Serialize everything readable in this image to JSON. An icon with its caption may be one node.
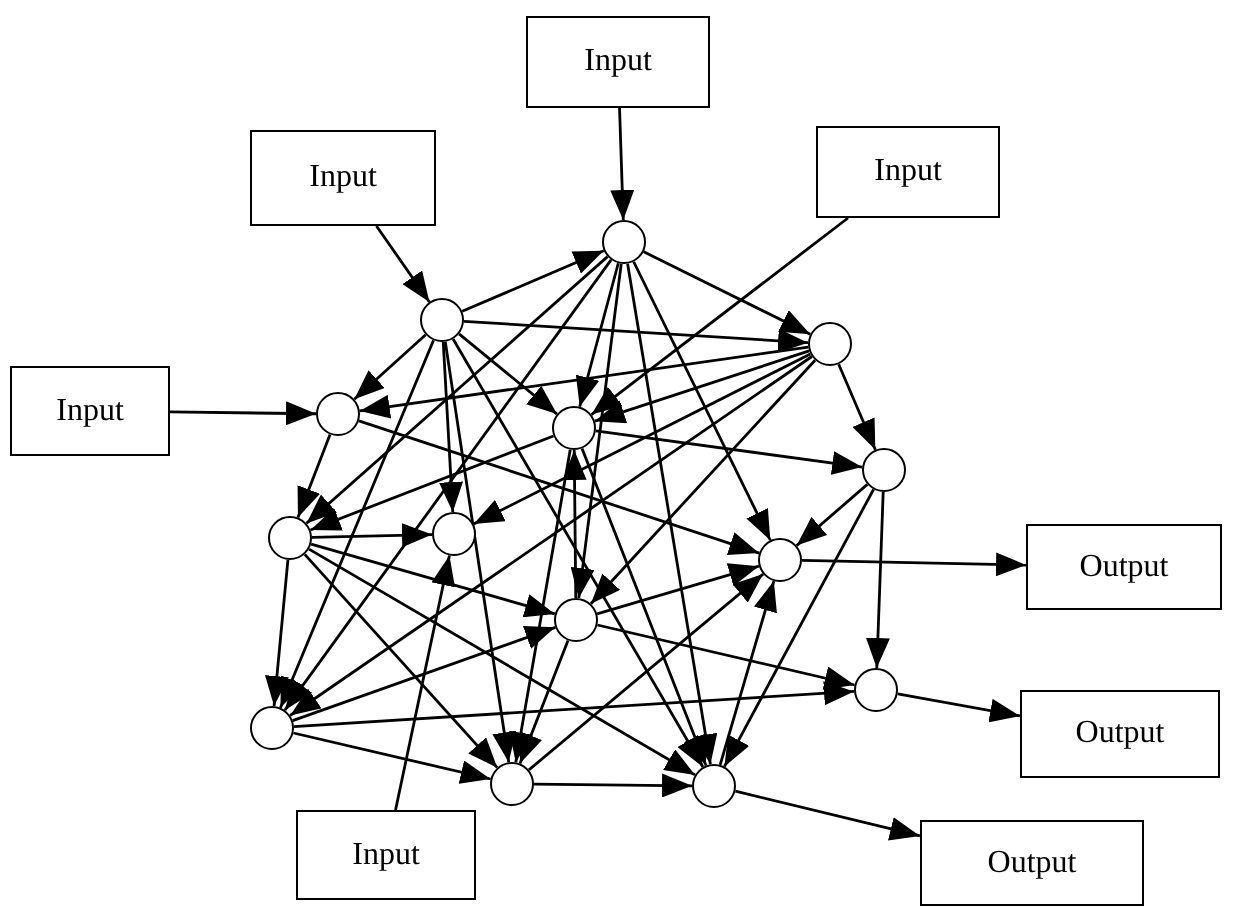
{
  "diagram": {
    "nodes": [
      {
        "text": [
          "Input"
        ]
      },
      {
        "text": [
          "Input"
        ]
      },
      {
        "text": [
          "Input"
        ]
      },
      {
        "text": [
          "Input"
        ]
      },
      {
        "text": [
          "Input"
        ]
      },
      {
        "text": [
          "Output"
        ]
      },
      {
        "text": [
          "Output"
        ]
      },
      {
        "text": [
          "Output"
        ]
      },
      {
        "text": [],
        "shape": "circle"
      },
      {
        "text": [],
        "shape": "circle"
      },
      {
        "text": [],
        "shape": "circle"
      },
      {
        "text": [],
        "shape": "circle"
      },
      {
        "text": [],
        "shape": "circle"
      },
      {
        "text": [],
        "shape": "circle"
      },
      {
        "text": [],
        "shape": "circle"
      },
      {
        "text": [],
        "shape": "circle"
      },
      {
        "text": [],
        "shape": "circle"
      },
      {
        "text": [],
        "shape": "circle"
      },
      {
        "text": [],
        "shape": "circle"
      },
      {
        "text": [],
        "shape": "circle"
      },
      {
        "text": [],
        "shape": "circle"
      },
      {
        "text": [],
        "shape": "circle"
      }
    ],
    "edges": [
      {
        "from": 0,
        "to": 8,
        "arrow": "to"
      },
      {
        "from": 1,
        "to": 9,
        "arrow": "to"
      },
      {
        "from": 2,
        "to": 12,
        "arrow": "to"
      },
      {
        "from": 3,
        "to": 10,
        "arrow": "to"
      },
      {
        "from": 4,
        "to": 15,
        "arrow": "to"
      },
      {
        "from": 16,
        "to": 5,
        "arrow": "to"
      },
      {
        "from": 18,
        "to": 6,
        "arrow": "to"
      },
      {
        "from": 21,
        "to": 7,
        "arrow": "to"
      },
      {
        "from": 9,
        "to": 8,
        "arrow": "to"
      },
      {
        "from": 8,
        "to": 11,
        "arrow": "to"
      },
      {
        "from": 8,
        "to": 12,
        "arrow": "to"
      },
      {
        "from": 8,
        "to": 17,
        "arrow": "to"
      },
      {
        "from": 8,
        "to": 21,
        "arrow": "to"
      },
      {
        "from": 8,
        "to": 16,
        "arrow": "to"
      },
      {
        "from": 8,
        "to": 14,
        "arrow": "to"
      },
      {
        "from": 8,
        "to": 19,
        "arrow": "to"
      },
      {
        "from": 9,
        "to": 10,
        "arrow": "to"
      },
      {
        "from": 9,
        "to": 12,
        "arrow": "to"
      },
      {
        "from": 9,
        "to": 11,
        "arrow": "to"
      },
      {
        "from": 9,
        "to": 15,
        "arrow": "to"
      },
      {
        "from": 9,
        "to": 19,
        "arrow": "to"
      },
      {
        "from": 9,
        "to": 20,
        "arrow": "to"
      },
      {
        "from": 9,
        "to": 21,
        "arrow": "to"
      },
      {
        "from": 10,
        "to": 14,
        "arrow": "to"
      },
      {
        "from": 10,
        "to": 16,
        "arrow": "to"
      },
      {
        "from": 11,
        "to": 13,
        "arrow": "to"
      },
      {
        "from": 11,
        "to": 12,
        "arrow": "to"
      },
      {
        "from": 11,
        "to": 10,
        "arrow": "to"
      },
      {
        "from": 11,
        "to": 19,
        "arrow": "to"
      },
      {
        "from": 11,
        "to": 17,
        "arrow": "to"
      },
      {
        "from": 11,
        "to": 15,
        "arrow": "to"
      },
      {
        "from": 12,
        "to": 13,
        "arrow": "to"
      },
      {
        "from": 12,
        "to": 14,
        "arrow": "to"
      },
      {
        "from": 12,
        "to": 20,
        "arrow": "to"
      },
      {
        "from": 12,
        "to": 21,
        "arrow": "to"
      },
      {
        "from": 13,
        "to": 16,
        "arrow": "to"
      },
      {
        "from": 13,
        "to": 18,
        "arrow": "to"
      },
      {
        "from": 13,
        "to": 21,
        "arrow": "to"
      },
      {
        "from": 14,
        "to": 19,
        "arrow": "to"
      },
      {
        "from": 14,
        "to": 15,
        "arrow": "to"
      },
      {
        "from": 14,
        "to": 17,
        "arrow": "to"
      },
      {
        "from": 14,
        "to": 20,
        "arrow": "to"
      },
      {
        "from": 17,
        "to": 16,
        "arrow": "to"
      },
      {
        "from": 17,
        "to": 18,
        "arrow": "to"
      },
      {
        "from": 17,
        "to": 20,
        "arrow": "to"
      },
      {
        "from": 17,
        "to": 12,
        "arrow": "to"
      },
      {
        "from": 19,
        "to": 20,
        "arrow": "to"
      },
      {
        "from": 19,
        "to": 17,
        "arrow": "to"
      },
      {
        "from": 19,
        "to": 18,
        "arrow": "to"
      },
      {
        "from": 14,
        "to": 21,
        "arrow": "to"
      },
      {
        "from": 20,
        "to": 21,
        "arrow": "to"
      },
      {
        "from": 20,
        "to": 16,
        "arrow": "to"
      },
      {
        "from": 21,
        "to": 16,
        "arrow": "to"
      }
    ]
  }
}
